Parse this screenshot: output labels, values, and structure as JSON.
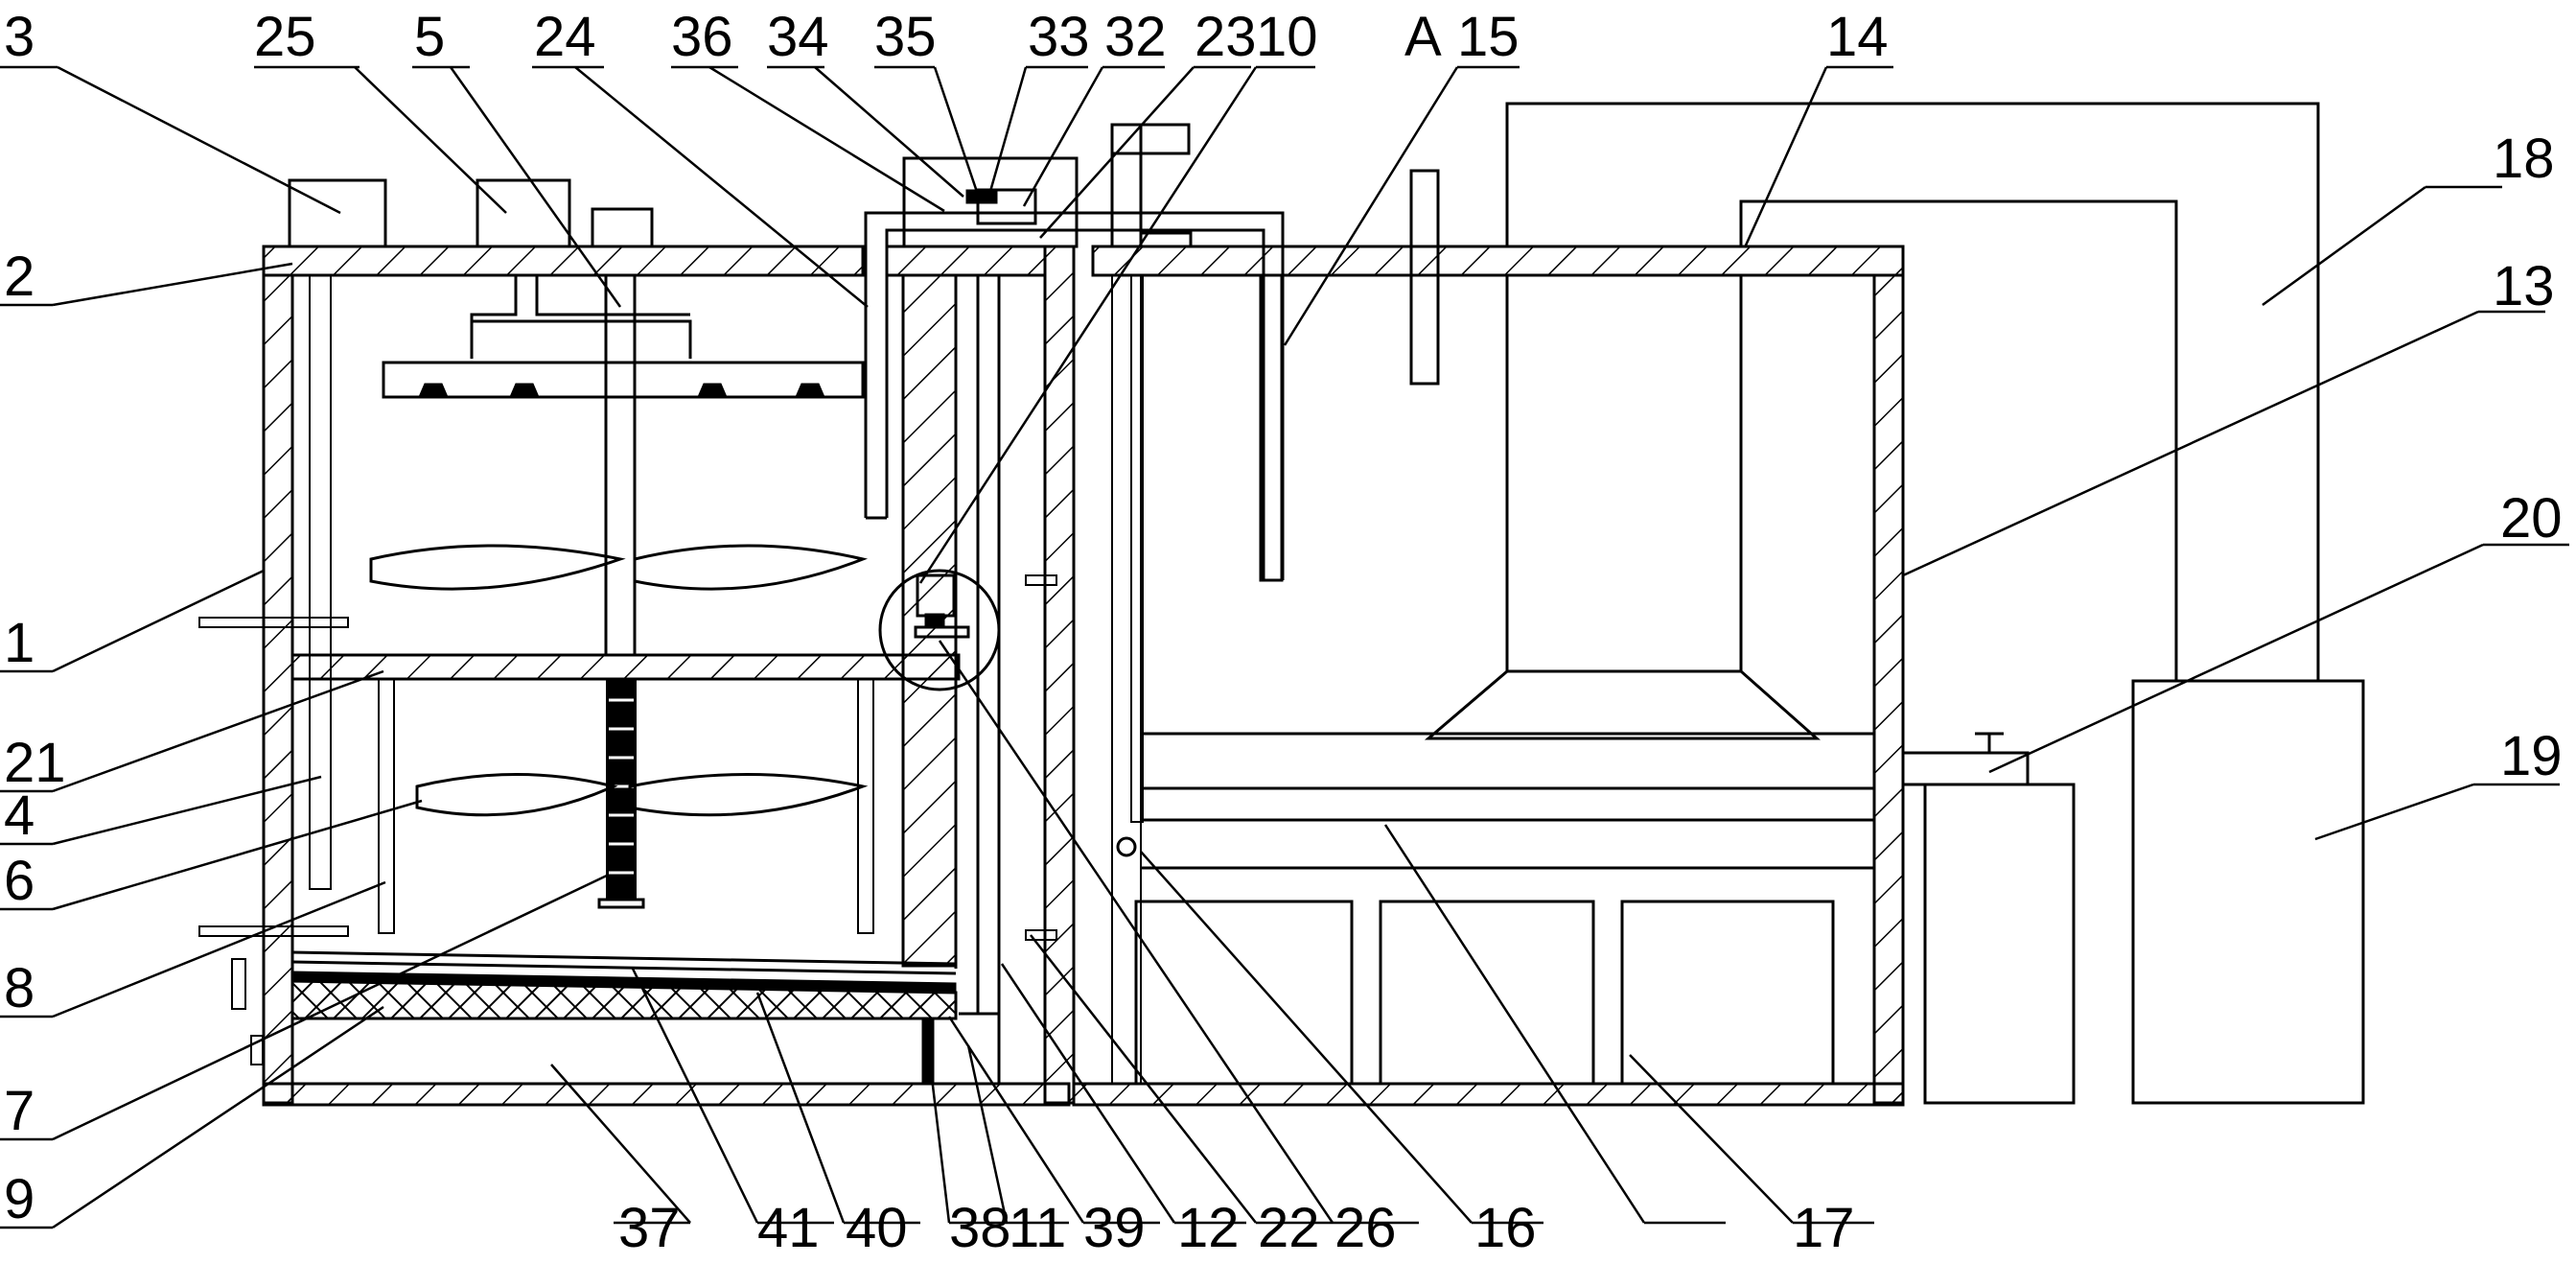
{
  "labels": {
    "l3": "3",
    "l25": "25",
    "l5": "5",
    "l24": "24",
    "l36": "36",
    "l34": "34",
    "l35": "35",
    "l33": "33",
    "l32": "32",
    "l23": "23",
    "l10": "10",
    "lA": "A",
    "l15": "15",
    "l14": "14",
    "l18": "18",
    "l13": "13",
    "l20": "20",
    "l19": "19",
    "l2": "2",
    "l1": "1",
    "l21": "21",
    "l4": "4",
    "l6": "6",
    "l8": "8",
    "l7": "7",
    "l9": "9",
    "l37": "37",
    "l41": "41",
    "l40": "40",
    "l38": "38",
    "l11": "11",
    "l39": "39",
    "l12": "12",
    "l22": "22",
    "l26": "26",
    "l16": "16",
    "l17": "17"
  }
}
